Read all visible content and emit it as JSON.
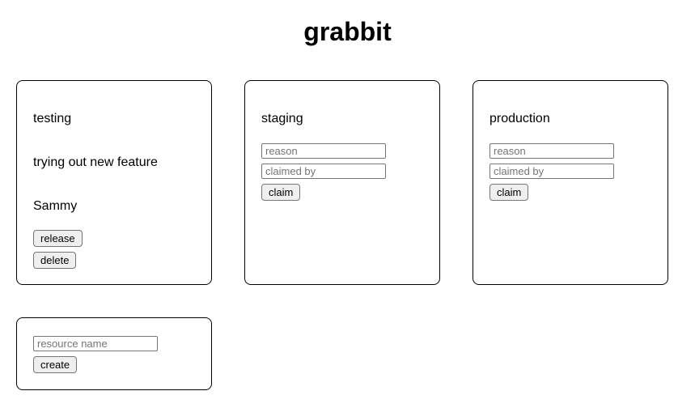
{
  "app": {
    "title": "grabbit"
  },
  "colors": {
    "background": "#ffffff",
    "text": "#000000",
    "card_border": "#000000",
    "input_border": "#767676",
    "placeholder_text": "#757575",
    "button_background": "#efefef",
    "button_border": "#767676"
  },
  "resources": [
    {
      "name": "testing",
      "reason": "trying out new feature",
      "claimed_by": "Sammy",
      "release_label": "release",
      "delete_label": "delete"
    },
    {
      "name": "staging",
      "reason_placeholder": "reason",
      "claimed_by_placeholder": "claimed by",
      "claim_label": "claim"
    },
    {
      "name": "production",
      "reason_placeholder": "reason",
      "claimed_by_placeholder": "claimed by",
      "claim_label": "claim"
    }
  ],
  "create_panel": {
    "name_placeholder": "resource name",
    "create_label": "create"
  }
}
